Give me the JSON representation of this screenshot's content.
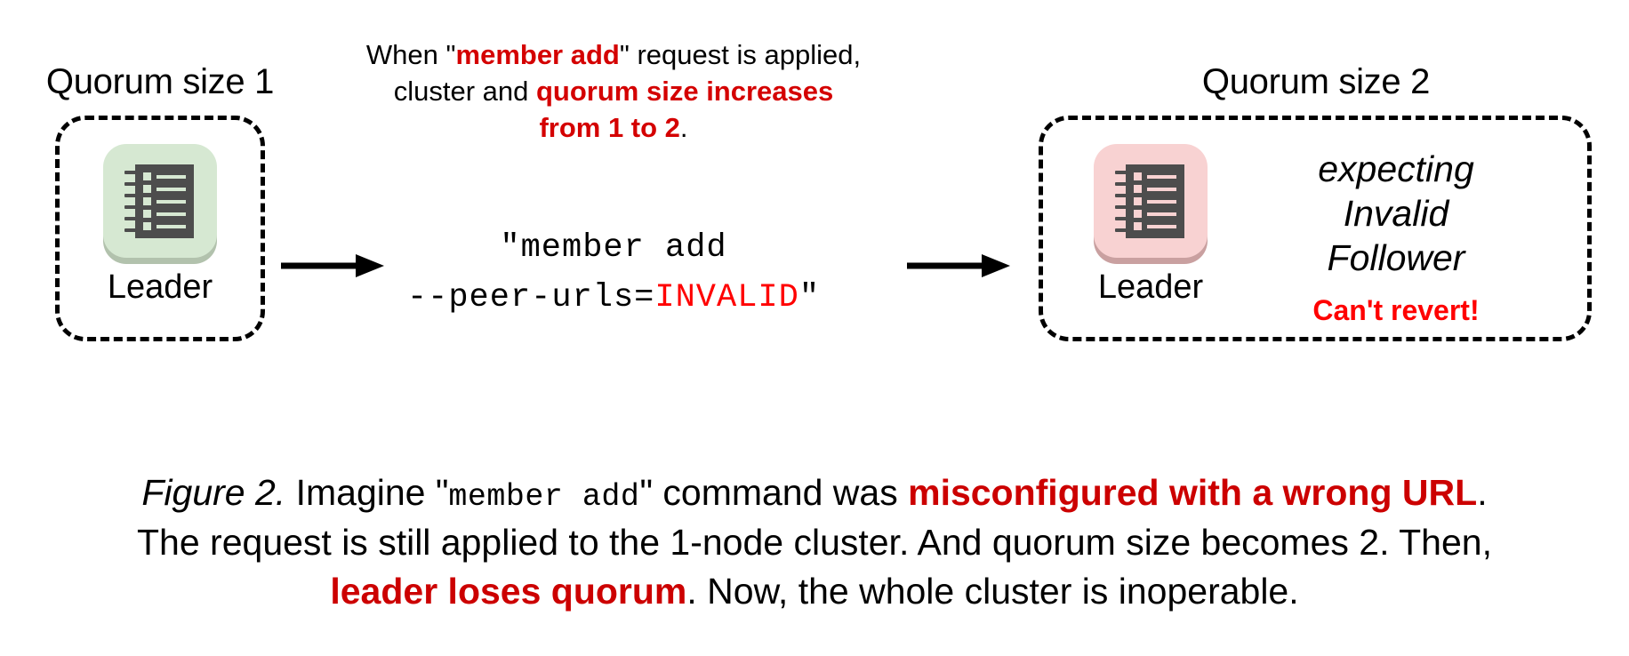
{
  "figure": {
    "left_cluster": {
      "title": "Quorum size 1",
      "node": {
        "label": "Leader",
        "icon": "server-rack-icon",
        "tint": "#d6e8d2"
      }
    },
    "right_cluster": {
      "title": "Quorum size 2",
      "node": {
        "label": "Leader",
        "icon": "server-rack-icon",
        "tint": "#f8d2d2"
      },
      "status": {
        "line1": "expecting",
        "line2": "Invalid",
        "line3": "Follower",
        "warning": "Can't revert!"
      }
    },
    "annotation": {
      "line1_pre": "When \"",
      "line1_hl": "member add",
      "line1_post": "\" request is applied,",
      "line2_pre": "cluster and ",
      "line2_hl": "quorum size increases",
      "line3_hl": "from 1 to 2",
      "line3_post": "."
    },
    "command": {
      "line1": "\"member add",
      "line2_pre": "--peer-urls=",
      "line2_bad": "INVALID",
      "line2_post": "\""
    },
    "arrows": {
      "first": "arrow-right",
      "second": "arrow-right"
    },
    "caption": {
      "l1_fig": "Figure 2.",
      "l1_a": " Imagine \"",
      "l1_mono": "member add",
      "l1_b": "\" command was ",
      "l1_hl": "misconfigured with a wrong URL",
      "l1_c": ".",
      "l2": "The request is still applied to the 1-node cluster. And quorum size becomes 2. Then,",
      "l3_hl": "leader loses quorum",
      "l3_a": ". Now, the whole cluster is inoperable."
    },
    "colors": {
      "accent_red": "#d40000",
      "bright_red": "#ff0000",
      "caption_red": "#cc0000",
      "green_tint": "#d6e8d2",
      "pink_tint": "#f8d2d2",
      "rack_body": "#4d4d4d"
    }
  }
}
